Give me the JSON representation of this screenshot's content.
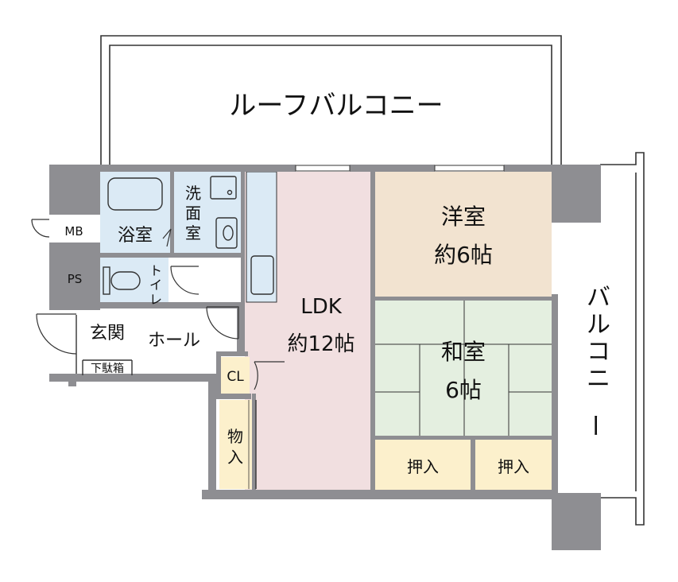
{
  "rooms": {
    "roof_balcony": "ルーフバルコニー",
    "balcony": "バルコニー",
    "bath": "浴室",
    "washroom": "洗面室",
    "toilet": "トイレ",
    "mb": "MB",
    "ps": "PS",
    "entrance": "玄関",
    "shoe_box": "下駄箱",
    "hall": "ホール",
    "cl": "CL",
    "storage": "物入",
    "ldk_name": "LDK",
    "ldk_size": "約12帖",
    "western_name": "洋室",
    "western_size": "約6帖",
    "japanese_name": "和室",
    "japanese_size": "6帖",
    "closet1": "押入",
    "closet2": "押入"
  },
  "colors": {
    "wall": "#8e8e92",
    "ldk": "#f1dfe0",
    "western": "#f2e3d0",
    "japanese": "#e4efe0",
    "closet": "#fcf0cc",
    "wet": "#dbeaf5",
    "line": "#333333"
  }
}
